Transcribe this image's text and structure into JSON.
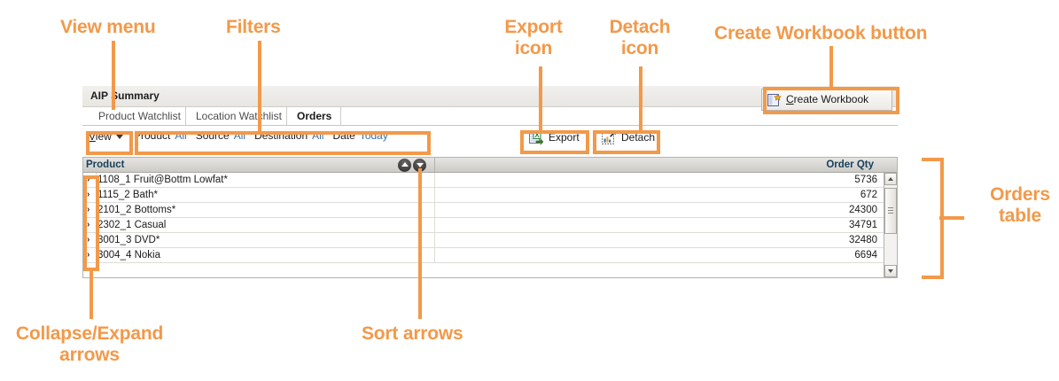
{
  "panel": {
    "title": "AIP Summary",
    "tabs": [
      {
        "label": "Product Watchlist",
        "active": false
      },
      {
        "label": "Location Watchlist",
        "active": false
      },
      {
        "label": "Orders",
        "active": true
      }
    ]
  },
  "toolbar": {
    "view_menu_first": "V",
    "view_menu_rest": "iew",
    "filters": [
      {
        "label": "Product",
        "value": "All"
      },
      {
        "label": "Source",
        "value": "All"
      },
      {
        "label": "Destination",
        "value": "All"
      },
      {
        "label": "Date",
        "value": "Today"
      }
    ],
    "export_label": "Export",
    "detach_label": "Detach",
    "create_workbook_first": "C",
    "create_workbook_rest": "reate Workbook"
  },
  "table": {
    "columns": [
      "Product",
      "Order Qty"
    ],
    "expand_glyph": "›",
    "rows": [
      {
        "product": "1108_1 Fruit@Bottm Lowfat*",
        "qty": "5736"
      },
      {
        "product": "1115_2 Bath*",
        "qty": "672"
      },
      {
        "product": "2101_2 Bottoms*",
        "qty": "24300"
      },
      {
        "product": "2302_1 Casual",
        "qty": "34791"
      },
      {
        "product": "3001_3 DVD*",
        "qty": "32480"
      },
      {
        "product": "3004_4 Nokia",
        "qty": "6694"
      }
    ]
  },
  "annotations": {
    "view_menu": "View menu",
    "filters": "Filters",
    "export_icon": "Export\nicon",
    "detach_icon": "Detach\nicon",
    "create_workbook_button": "Create Workbook button",
    "orders_table": "Orders\ntable",
    "collapse_expand_arrows": "Collapse/Expand\narrows",
    "sort_arrows": "Sort arrows"
  },
  "colors": {
    "annotation": "#f2994a",
    "link": "#3a6fa8",
    "header_text": "#18405c"
  }
}
